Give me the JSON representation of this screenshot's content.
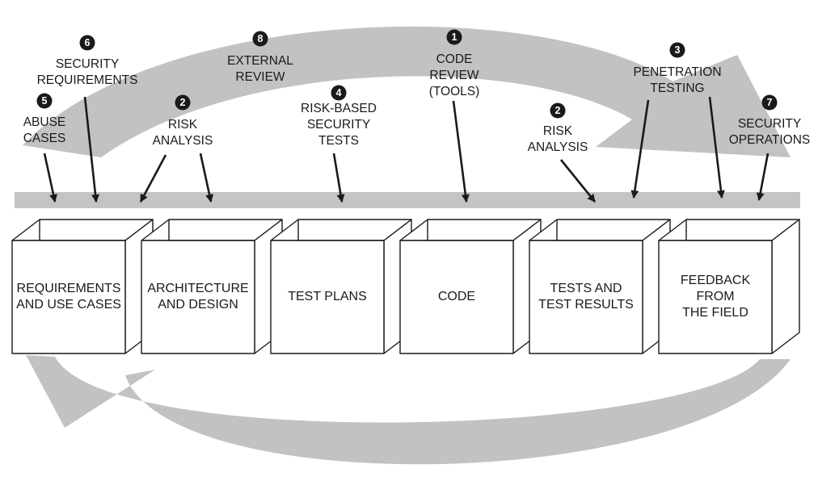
{
  "colors": {
    "band": "#c4c4c4",
    "arrow": "#c2c2c2",
    "ink": "#1a1a1a",
    "badge": "#1a1a1a",
    "box_fill": "#ffffff"
  },
  "boxes": [
    {
      "id": "requirements",
      "lines": [
        "REQUIREMENTS",
        "AND USE CASES"
      ]
    },
    {
      "id": "architecture",
      "lines": [
        "ARCHITECTURE",
        "AND DESIGN"
      ]
    },
    {
      "id": "test-plans",
      "lines": [
        "TEST PLANS"
      ]
    },
    {
      "id": "code",
      "lines": [
        "CODE"
      ]
    },
    {
      "id": "tests",
      "lines": [
        "TESTS AND",
        "TEST RESULTS"
      ]
    },
    {
      "id": "feedback",
      "lines": [
        "FEEDBACK",
        "FROM",
        "THE FIELD"
      ]
    }
  ],
  "touchpoints": [
    {
      "id": "abuse-cases",
      "number": "5",
      "lines": [
        "ABUSE",
        "CASES"
      ]
    },
    {
      "id": "security-requirements",
      "number": "6",
      "lines": [
        "SECURITY",
        "REQUIREMENTS"
      ]
    },
    {
      "id": "risk-analysis-design",
      "number": "2",
      "lines": [
        "RISK",
        "ANALYSIS"
      ]
    },
    {
      "id": "external-review",
      "number": "8",
      "lines": [
        "EXTERNAL",
        "REVIEW"
      ]
    },
    {
      "id": "risk-based-tests",
      "number": "4",
      "lines": [
        "RISK-BASED",
        "SECURITY",
        "TESTS"
      ]
    },
    {
      "id": "code-review",
      "number": "1",
      "lines": [
        "CODE",
        "REVIEW",
        "(TOOLS)"
      ]
    },
    {
      "id": "risk-analysis-tests",
      "number": "2",
      "lines": [
        "RISK",
        "ANALYSIS"
      ]
    },
    {
      "id": "penetration-testing",
      "number": "3",
      "lines": [
        "PENETRATION",
        "TESTING"
      ]
    },
    {
      "id": "security-operations",
      "number": "7",
      "lines": [
        "SECURITY",
        "OPERATIONS"
      ]
    }
  ]
}
